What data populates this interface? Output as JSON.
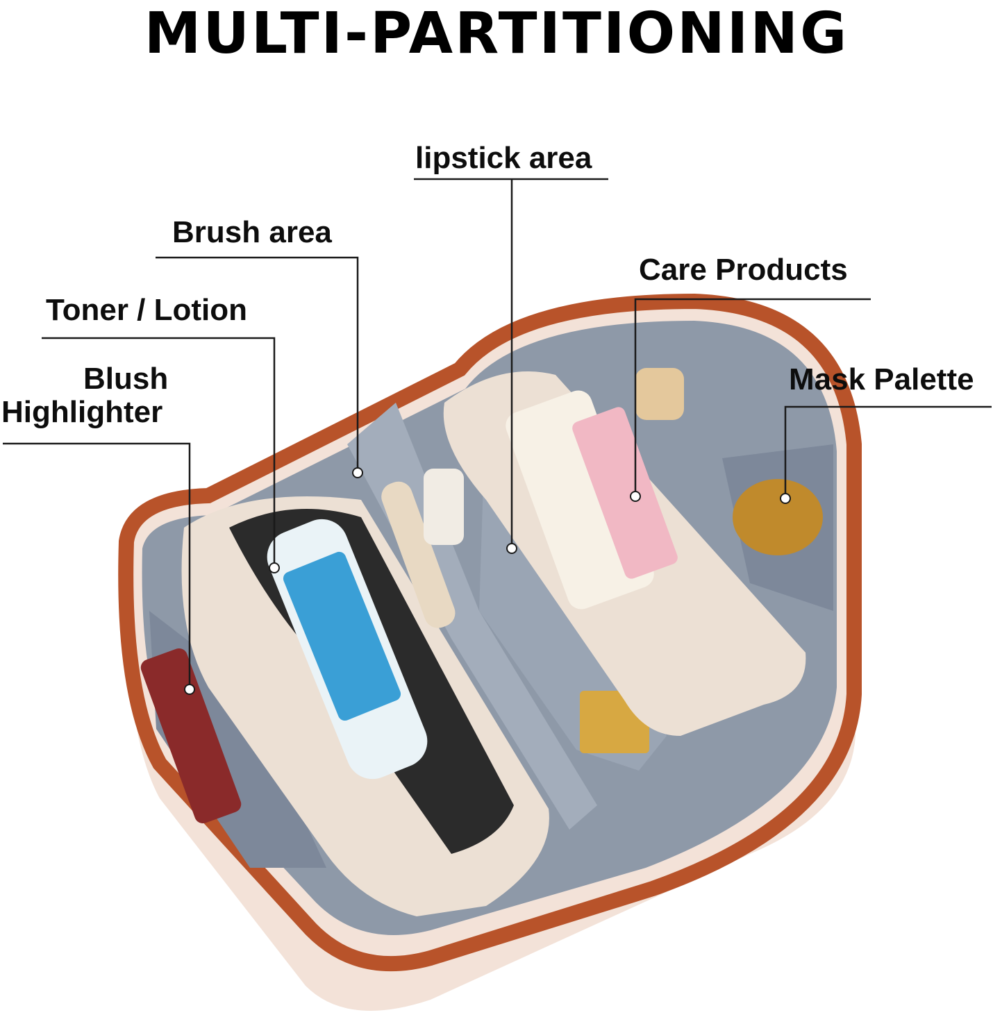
{
  "headline": "MULTI-PARTITIONING",
  "callouts": {
    "lipstick": "lipstick area",
    "brush": "Brush area",
    "care": "Care Products",
    "toner": "Toner / Lotion",
    "blush_line1": "Blush",
    "blush_line2": "Highlighter",
    "mask": "Mask Palette"
  },
  "colors": {
    "trim": "#b8532a",
    "shell": "#f3e2d8",
    "lining": "#8e99a8",
    "pouch": "#ece0d4"
  }
}
